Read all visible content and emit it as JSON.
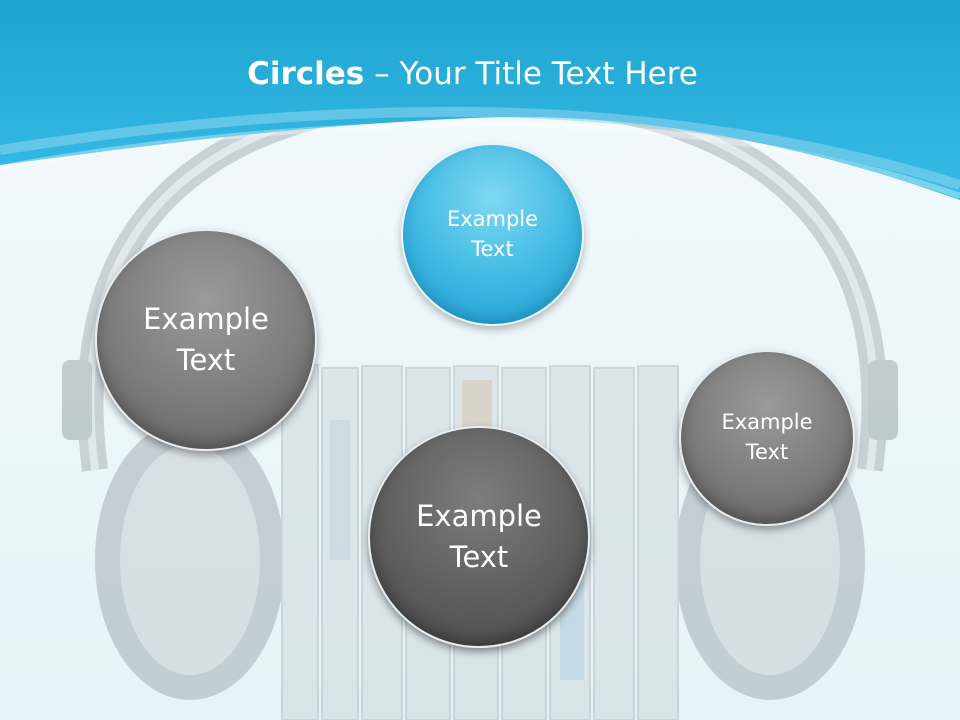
{
  "colors": {
    "accent": "#2ab4de",
    "circle_gray": "#7c7c7c",
    "circle_dark": "#5a5a5a",
    "circle_blue": "#3db8e3"
  },
  "title": {
    "bold": "Circles",
    "rest": " – Your Title Text Here"
  },
  "circles": [
    {
      "text": "Example\nText",
      "style": "blue"
    },
    {
      "text": "Example\nText",
      "style": "gray"
    },
    {
      "text": "Example\nText",
      "style": "gray"
    },
    {
      "text": "Example\nText",
      "style": "dark"
    }
  ],
  "background_image": "headphones-on-cd-cases"
}
